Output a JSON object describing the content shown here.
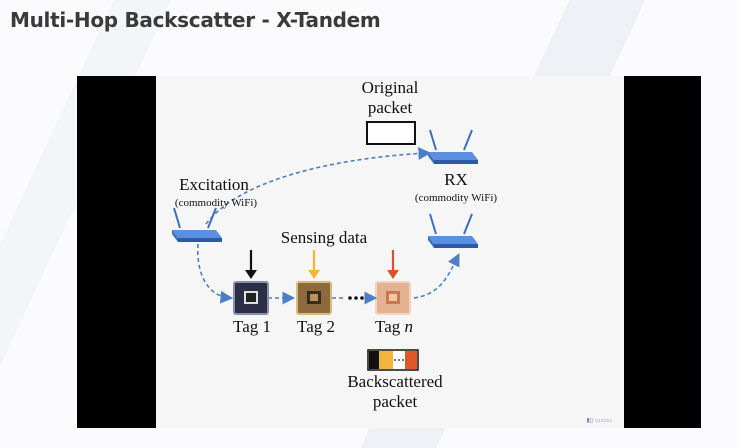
{
  "slide": {
    "title": "Multi-Hop Backscatter - X-Tandem"
  },
  "diagram": {
    "original_packet_label": "Original packet",
    "rx_label": "RX",
    "rx_sublabel": "(commodity WiFi)",
    "excitation_label": "Excitation",
    "excitation_sublabel": "(commodity WiFi)",
    "sensing_label": "Sensing data",
    "tags": [
      {
        "label": "Tag 1",
        "color": "#3c3f55"
      },
      {
        "label": "Tag 2",
        "color": "#9a7a4e"
      },
      {
        "label": "Tag n",
        "color": "#d8a888"
      }
    ],
    "sensing_arrow_colors": [
      "#111111",
      "#f2b53a",
      "#d8532a"
    ],
    "ellipsis": "…",
    "backscattered_label": "Backscattered packet",
    "packet_colors": [
      "#111111",
      "#f2b53a",
      "#ffffff",
      "#e0572c"
    ],
    "router_color": "#3d6fc1",
    "flow_line_color": "#4a7fc4"
  },
  "watermark": "▮▯ ▭▭▭"
}
